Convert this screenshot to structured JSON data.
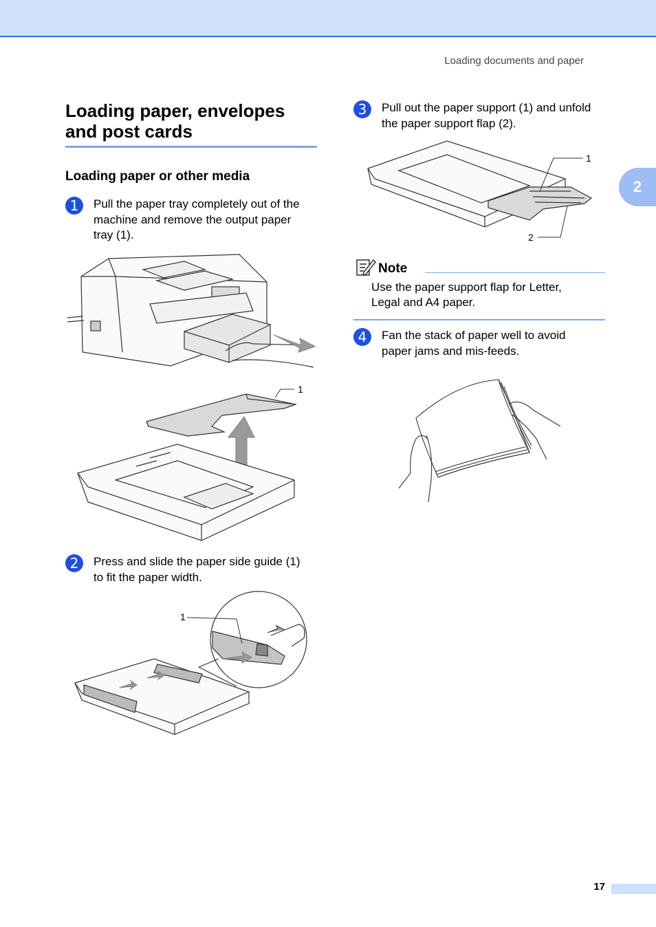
{
  "header": {
    "running_head": "Loading documents and paper"
  },
  "chapter_tab": "2",
  "section": {
    "title_line1": "Loading paper, envelopes",
    "title_line2": "and post cards",
    "subtitle": "Loading paper or other media"
  },
  "steps": [
    {
      "num": "1",
      "line1": "Pull the paper tray completely out of the",
      "line2": "machine and remove the output paper",
      "line3": "tray (1)."
    },
    {
      "num": "2",
      "line1": "Press and slide the paper side guide (1)",
      "line2": "to fit the paper width."
    },
    {
      "num": "3",
      "line1": "Pull out the paper support (1) and unfold",
      "line2": "the paper support flap (2)."
    },
    {
      "num": "4",
      "line1": "Fan the stack of paper well to avoid",
      "line2": "paper jams and mis-feeds."
    }
  ],
  "note": {
    "title": "Note",
    "line1": "Use the paper support flap for Letter,",
    "line2": "Legal and A4 paper."
  },
  "callouts": {
    "fig_tray_output": "1",
    "fig_side_guide": "1",
    "fig_support": "1",
    "fig_flap": "2"
  },
  "footer": {
    "page_number": "17"
  }
}
